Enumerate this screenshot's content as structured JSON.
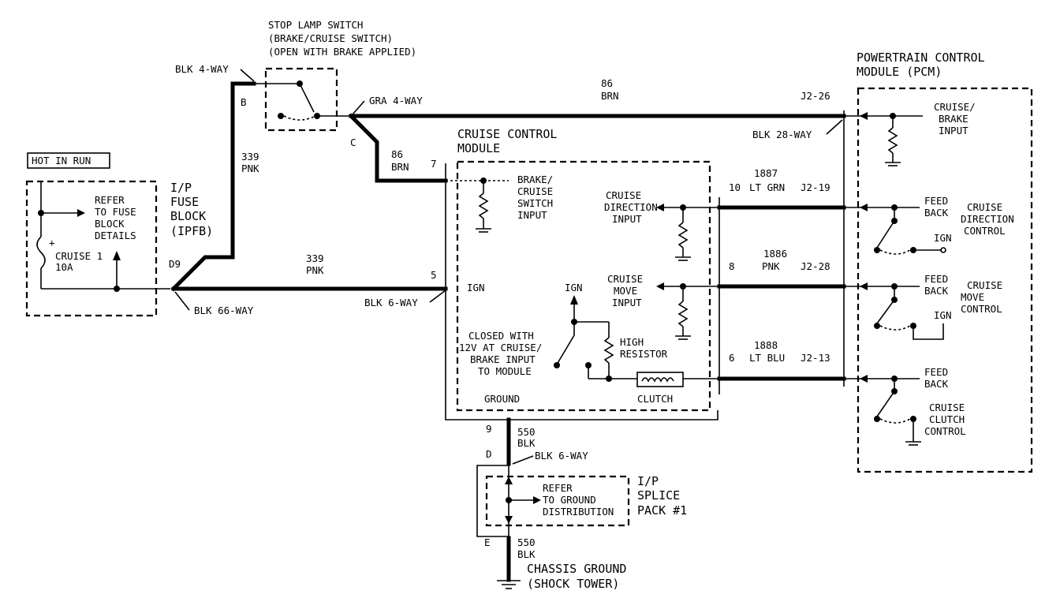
{
  "hot_in_run": "HOT IN RUN",
  "fuse_block": {
    "title": [
      "I/P",
      "FUSE",
      "BLOCK",
      "(IPFB)"
    ],
    "refer": [
      "REFER",
      "TO FUSE",
      "BLOCK",
      "DETAILS"
    ],
    "fuse_label": "CRUISE 1",
    "fuse_amp": "10A",
    "terminal": "D9",
    "connector": "BLK 66-WAY"
  },
  "stop_lamp": {
    "title": [
      "STOP LAMP SWITCH",
      "(BRAKE/CRUISE SWITCH)",
      "(OPEN WITH BRAKE APPLIED)"
    ],
    "in_connector": "BLK 4-WAY",
    "in_pin": "B",
    "out_connector": "GRA 4-WAY",
    "out_pin": "C"
  },
  "wires": {
    "w339_top_num": "339",
    "w339_top_color": "PNK",
    "w339_bot_num": "339",
    "w339_bot_color": "PNK",
    "w86_top_num": "86",
    "w86_top_color": "BRN",
    "w86_mid_num": "86",
    "w86_mid_color": "BRN",
    "w1887": "1887",
    "w1887_color": "LT GRN",
    "w1886": "1886",
    "w1886_color": "PNK",
    "w1888": "1888",
    "w1888_color": "LT BLU",
    "w550_top_num": "550",
    "w550_top_color": "BLK",
    "w550_bot_num": "550",
    "w550_bot_color": "BLK"
  },
  "ccm": {
    "title": [
      "CRUISE CONTROL",
      "MODULE"
    ],
    "pin7": "7",
    "pin5": "5",
    "pin10": "10",
    "pin8": "8",
    "pin6": "6",
    "pin9": "9",
    "connector": "BLK 6-WAY",
    "brake_input": [
      "BRAKE/",
      "CRUISE",
      "SWITCH",
      "INPUT"
    ],
    "ign": "IGN",
    "ign2": "IGN",
    "closed_with": [
      "CLOSED WITH",
      "12V AT CRUISE/",
      "BRAKE INPUT",
      "TO MODULE"
    ],
    "high_resistor": [
      "HIGH",
      "RESISTOR"
    ],
    "cruise_direction_input": [
      "CRUISE",
      "DIRECTION",
      "INPUT"
    ],
    "cruise_move_input": [
      "CRUISE",
      "MOVE",
      "INPUT"
    ],
    "clutch": "CLUTCH",
    "ground": "GROUND"
  },
  "pcm": {
    "title": [
      "POWERTRAIN CONTROL",
      "MODULE (PCM)"
    ],
    "j2_26": "J2-26",
    "connector": "BLK 28-WAY",
    "j2_19": "J2-19",
    "j2_28": "J2-28",
    "j2_13": "J2-13",
    "cruise_brake_input": [
      "CRUISE/",
      "BRAKE",
      "INPUT"
    ],
    "feed_back": [
      "FEED",
      "BACK"
    ],
    "feed_back2": [
      "FEED",
      "BACK"
    ],
    "feed_back3": [
      "FEED",
      "BACK"
    ],
    "cruise_direction_control": [
      "CRUISE",
      "DIRECTION",
      "CONTROL"
    ],
    "cruise_move_control": [
      "CRUISE",
      "MOVE",
      "CONTROL"
    ],
    "cruise_clutch_control": [
      "CRUISE",
      "CLUTCH",
      "CONTROL"
    ],
    "ign_a": "IGN",
    "ign_b": "IGN"
  },
  "ground": {
    "pin_d": "D",
    "pin_e": "E",
    "connector": "BLK 6-WAY",
    "splice_title": [
      "I/P",
      "SPLICE",
      "PACK #1"
    ],
    "refer": [
      "REFER",
      "TO GROUND",
      "DISTRIBUTION"
    ],
    "chassis": [
      "CHASSIS GROUND",
      "(SHOCK TOWER)"
    ]
  }
}
